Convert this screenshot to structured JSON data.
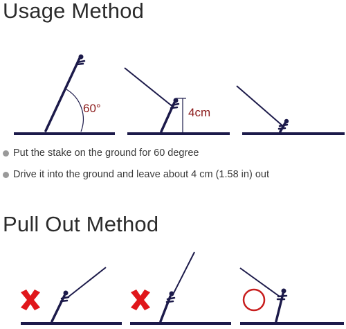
{
  "usage": {
    "title": "Usage Method",
    "angle_label": "60°",
    "height_label": "4cm",
    "bullets": [
      "Put the stake on the ground for 60 degree",
      "Drive it into the ground and leave about 4 cm (1.58 in) out"
    ]
  },
  "pull_out": {
    "title": "Pull Out Method"
  },
  "colors": {
    "stake": "#1c1a4a",
    "ground": "#1c1a4a",
    "label_red": "#8b1a1a",
    "wrong_mark": "#e0171b",
    "correct_mark": "#c81e1e",
    "bullet_dot": "#9a9a9a"
  },
  "icons": {
    "wrong": "cross-mark-icon",
    "correct": "circle-mark-icon",
    "bullet": "bullet-dot-icon"
  }
}
